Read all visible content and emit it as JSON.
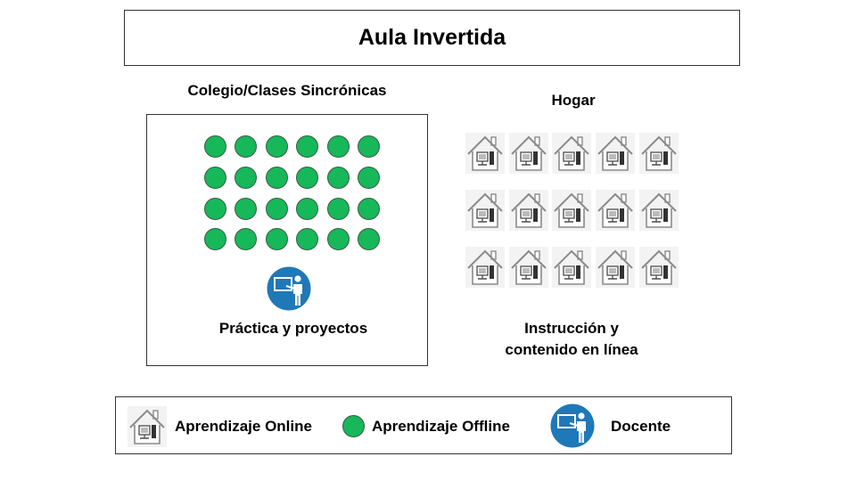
{
  "title": "Aula Invertida",
  "school": {
    "heading": "Colegio/Clases Sincrónicas",
    "caption": "Práctica y proyectos",
    "student_rows": 4,
    "student_cols": 6,
    "student_color": "#16b85a"
  },
  "home": {
    "heading": "Hogar",
    "caption_line1": "Instrucción y",
    "caption_line2": "contenido en línea",
    "house_rows": 3,
    "house_cols": 5
  },
  "legend": {
    "online_label": "Aprendizaje Online",
    "offline_label": "Aprendizaje Offline",
    "teacher_label": "Docente"
  },
  "colors": {
    "teacher_bg": "#1f78b8",
    "offline_green": "#16b85a",
    "house_gray": "#8a8a8a"
  },
  "icons": {
    "online": "house-computer-icon",
    "offline": "student-dot-icon",
    "teacher": "teacher-board-icon"
  }
}
